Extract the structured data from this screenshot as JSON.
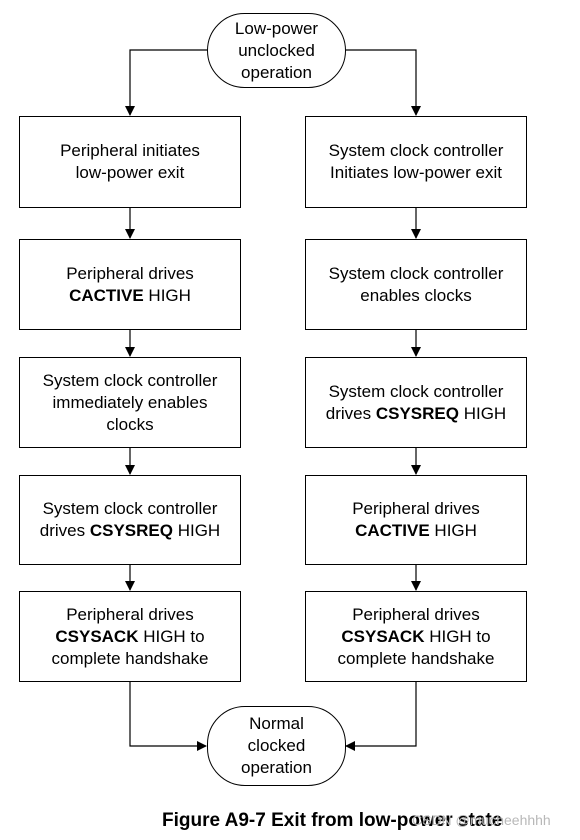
{
  "start": {
    "lines": [
      "Low-power",
      "unclocked",
      "operation"
    ]
  },
  "end": {
    "lines": [
      "Normal",
      "clocked",
      "operation"
    ]
  },
  "left_steps": [
    {
      "pre": "",
      "signal": "",
      "post": "",
      "lines": [
        "Peripheral initiates",
        "low-power exit"
      ]
    },
    {
      "pre": "Peripheral drives",
      "signal": "CACTIVE",
      "post": " HIGH",
      "lines": []
    },
    {
      "pre": "",
      "signal": "",
      "post": "",
      "lines": [
        "System clock controller",
        "immediately enables",
        "clocks"
      ]
    },
    {
      "pre": "System clock controller",
      "signal": "CSYSREQ",
      "post": " HIGH",
      "prefix2": "drives "
    },
    {
      "pre": "Peripheral drives",
      "signal": "CSYSACK",
      "post": " HIGH to",
      "line3": "complete handshake"
    }
  ],
  "right_steps": [
    {
      "lines": [
        "System clock controller",
        "Initiates low-power exit"
      ]
    },
    {
      "lines": [
        "System clock controller",
        "enables clocks"
      ]
    },
    {
      "pre": "System clock controller",
      "prefix2": "drives ",
      "signal": "CSYSREQ",
      "post": " HIGH"
    },
    {
      "pre": "Peripheral drives",
      "signal": "CACTIVE",
      "post": " HIGH"
    },
    {
      "pre": "Peripheral drives",
      "signal": "CSYSACK",
      "post": " HIGH to",
      "line3": "complete handshake"
    }
  ],
  "caption": "Figure A9-7 Exit from low-power state",
  "watermark": "CSDN @mucheehhhh"
}
